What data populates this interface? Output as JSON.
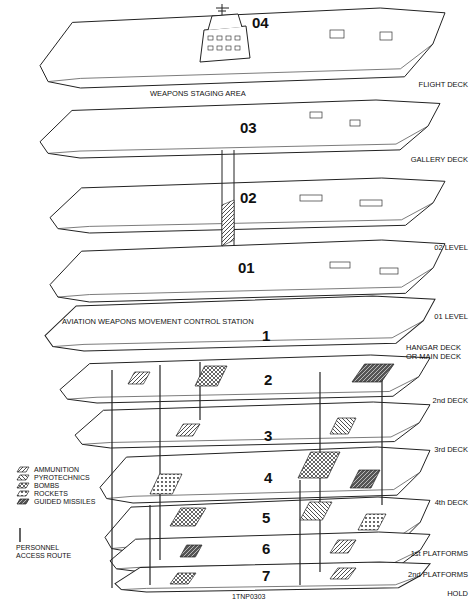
{
  "diagram": {
    "nodes": [
      {
        "text": [
          "04"
        ]
      },
      {
        "text": [
          "03"
        ]
      },
      {
        "text": [
          "02"
        ]
      },
      {
        "text": [
          "01"
        ]
      },
      {
        "text": [
          "1"
        ]
      },
      {
        "text": [
          "2"
        ]
      },
      {
        "text": [
          "3"
        ]
      },
      {
        "text": [
          "4"
        ]
      },
      {
        "text": [
          "5"
        ]
      },
      {
        "text": [
          "6"
        ]
      },
      {
        "text": [
          "7"
        ]
      }
    ],
    "labels": [
      "WEAPONS STAGING AREA",
      "FLIGHT DECK",
      "GALLERY DECK",
      "02 LEVEL",
      "01 LEVEL",
      "AVIATION WEAPONS MOVEMENT CONTROL STATION",
      "HANGAR DECK OR MAIN DECK",
      "2nd DECK",
      "3rd DECK",
      "4th DECK",
      "1st PLATFORMS",
      "2nd PLATFORMS",
      "HOLD",
      "1TNP0303"
    ],
    "legend": [
      {
        "text": "AMMUNITION"
      },
      {
        "text": "PYROTECHNICS"
      },
      {
        "text": "BOMBS"
      },
      {
        "text": "ROCKETS"
      },
      {
        "text": "GUIDED MISSILES"
      },
      {
        "text": "PERSONNEL ACCESS ROUTE"
      }
    ]
  }
}
